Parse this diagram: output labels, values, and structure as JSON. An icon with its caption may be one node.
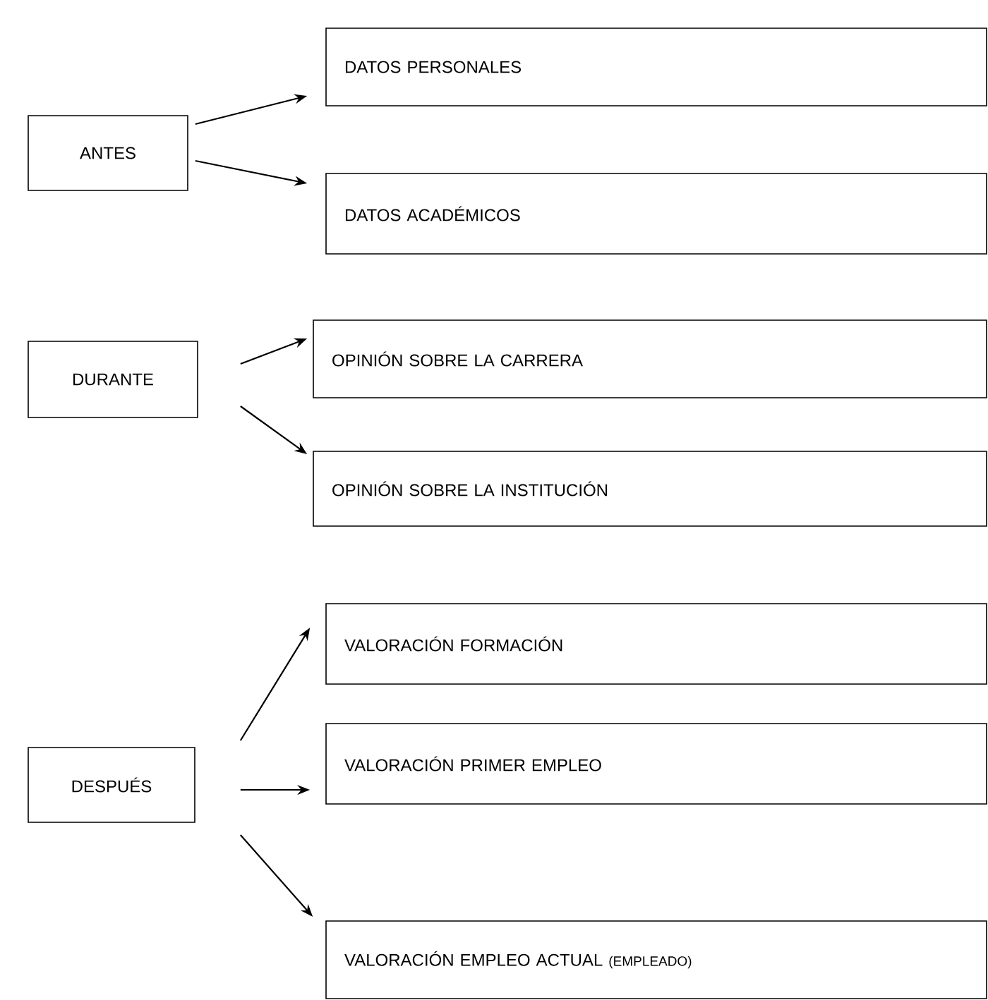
{
  "diagram": {
    "nodes": [
      {
        "text": [
          "ANTES"
        ]
      },
      {
        "text": [
          "DATOS PERSONALES"
        ]
      },
      {
        "text": [
          "DATOS ACADÉMICOS"
        ]
      },
      {
        "text": [
          "DURANTE"
        ]
      },
      {
        "text": [
          "OPINIÓN SOBRE LA CARRERA"
        ]
      },
      {
        "text": [
          "OPINIÓN SOBRE LA INSTITUCIÓN"
        ]
      },
      {
        "text": [
          "DESPUÉS"
        ]
      },
      {
        "text": [
          "VALORACIÓN FORMACIÓN"
        ]
      },
      {
        "text": [
          "VALORACIÓN PRIMER EMPLEO"
        ]
      },
      {
        "text": [
          "VALORACIÓN EMPLEO ACTUAL",
          "(EMPLEADO)"
        ]
      }
    ],
    "edges": [
      {
        "from": 0,
        "to": 1,
        "arrow": "to"
      },
      {
        "from": 0,
        "to": 2,
        "arrow": "to"
      },
      {
        "from": 3,
        "to": 4,
        "arrow": "to"
      },
      {
        "from": 3,
        "to": 5,
        "arrow": "to"
      },
      {
        "from": 6,
        "to": 7,
        "arrow": "to"
      },
      {
        "from": 6,
        "to": 8,
        "arrow": "to"
      },
      {
        "from": 6,
        "to": 9,
        "arrow": "to"
      }
    ]
  }
}
